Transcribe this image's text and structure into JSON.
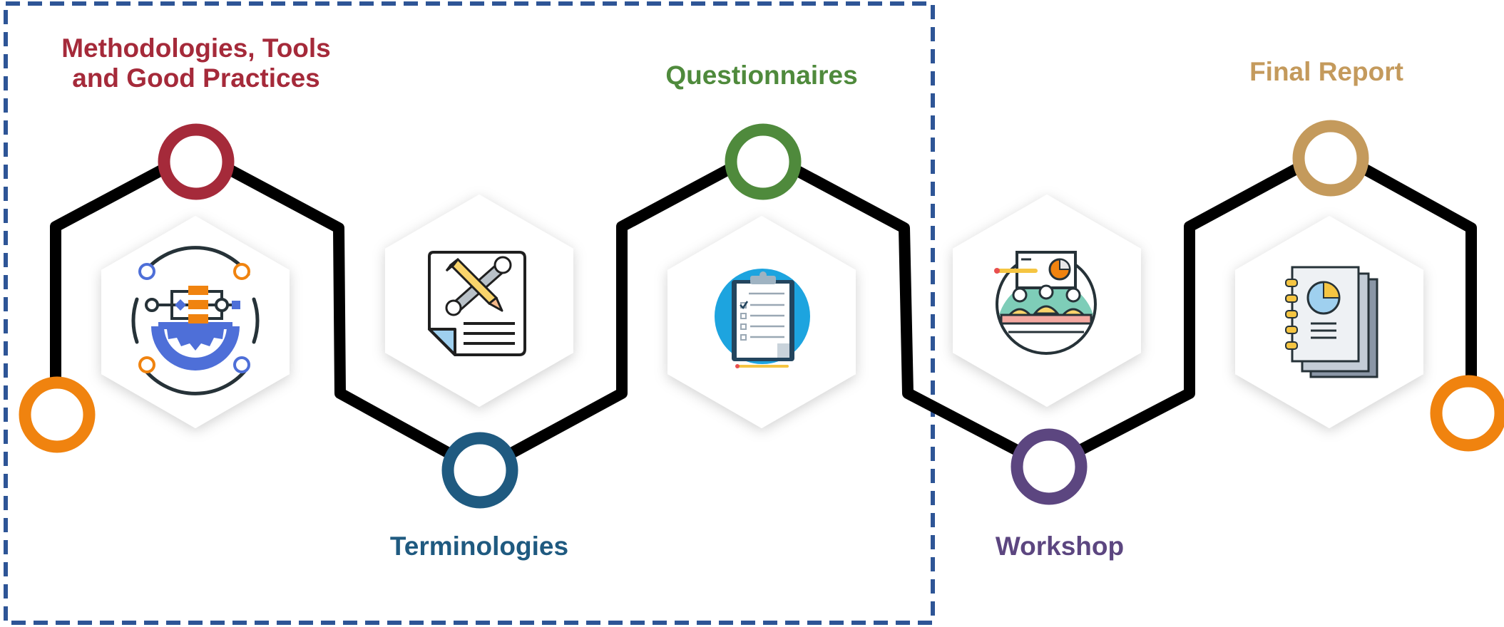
{
  "labels": {
    "methodologies_line1": "Methodologies, Tools",
    "methodologies_line2": "and Good Practices",
    "questionnaires": "Questionnaires",
    "final_report": "Final Report",
    "terminologies": "Terminologies",
    "workshop": "Workshop"
  },
  "colors": {
    "methodologies": "#a52a3a",
    "questionnaires": "#4f8a3c",
    "final_report": "#c49a5c",
    "terminologies": "#1f5a80",
    "workshop": "#5c4680",
    "endpoints": "#f0830f",
    "dashed_frame": "#2e5596",
    "path": "#000000"
  },
  "icons": [
    "process-gear-icon",
    "tools-document-icon",
    "clipboard-checklist-icon",
    "presentation-meeting-icon",
    "report-pages-icon"
  ]
}
